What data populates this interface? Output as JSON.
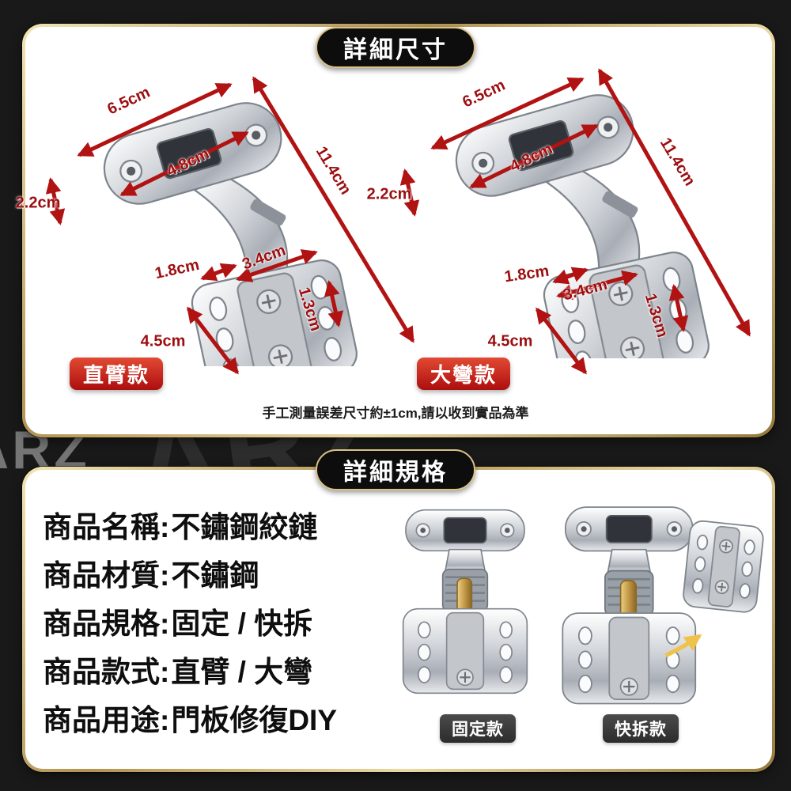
{
  "watermark": {
    "text": "ARZ"
  },
  "colors": {
    "background": "#191919",
    "panel": "#ffffff",
    "gold_frame": "#c9b078",
    "accent_red": "#b11212",
    "style_badge_red": "#c4161c",
    "variant_badge_dark": "#3b3b3b",
    "text": "#111111"
  },
  "dimensions_panel": {
    "title": "詳細尺寸",
    "note": "手工測量誤差尺寸約±1cm,請以收到實品為準",
    "hinges": [
      {
        "label": "直臂款",
        "m": {
          "width": "6.5cm",
          "cup": "4.8cm",
          "thickness": "2.2cm",
          "length": "11.4cm",
          "d18": "1.8cm",
          "d34": "3.4cm",
          "d13": "1.3cm",
          "d45": "4.5cm"
        }
      },
      {
        "label": "大彎款",
        "m": {
          "width": "6.5cm",
          "cup": "4.8cm",
          "thickness": "2.2cm",
          "length": "11.4cm",
          "d18": "1.8cm",
          "d34": "3.4cm",
          "d13": "1.3cm",
          "d45": "4.5cm"
        }
      }
    ]
  },
  "specs_panel": {
    "title": "詳細規格",
    "rows": [
      {
        "label": "商品名稱:",
        "value": "不鏽鋼絞鏈"
      },
      {
        "label": "商品材質:",
        "value": "不鏽鋼"
      },
      {
        "label": "商品規格:",
        "value": "固定 / 快拆"
      },
      {
        "label": "商品款式:",
        "value": "直臂 / 大彎"
      },
      {
        "label": "商品用途:",
        "value": "門板修復DIY"
      }
    ],
    "variants": [
      {
        "label": "固定款"
      },
      {
        "label": "快拆款"
      }
    ]
  }
}
